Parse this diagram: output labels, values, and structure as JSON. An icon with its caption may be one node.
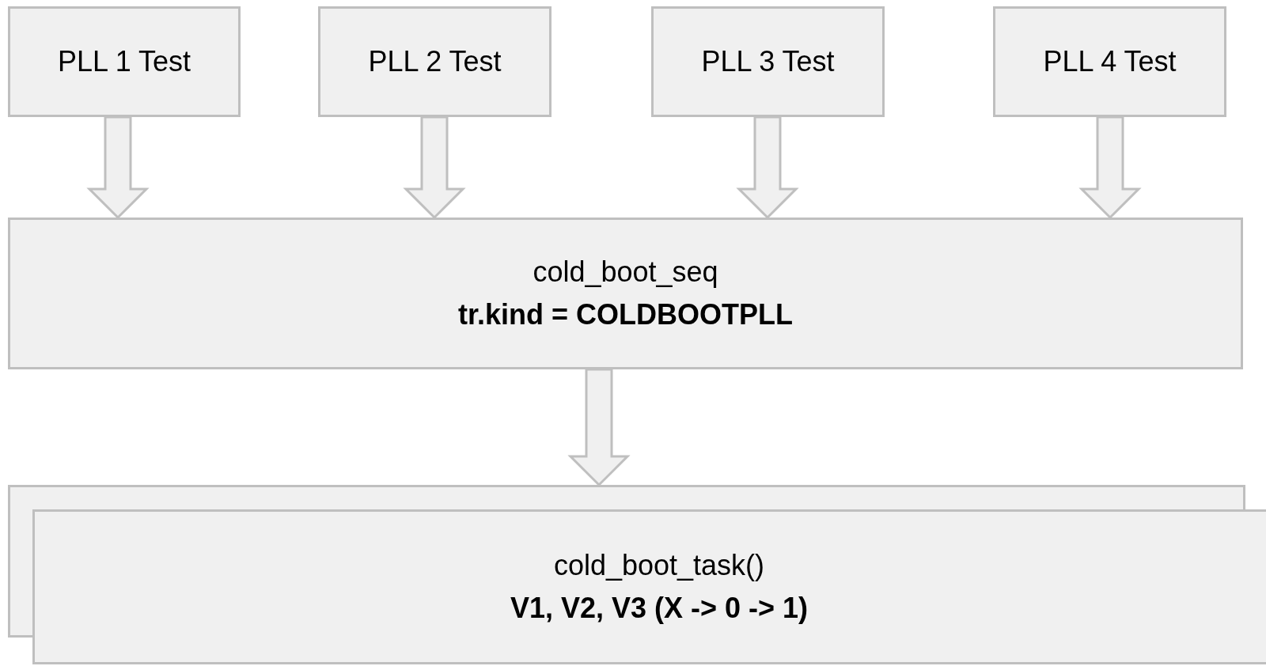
{
  "diagram": {
    "nodes": [
      {
        "text": [
          "PLL 1 Test"
        ]
      },
      {
        "text": [
          "PLL 2 Test"
        ]
      },
      {
        "text": [
          "PLL 3 Test"
        ]
      },
      {
        "text": [
          "PLL 4 Test"
        ]
      },
      {
        "text": [
          "cold_boot_seq",
          "tr.kind = COLDBOOTPLL"
        ]
      },
      {
        "text": [
          "cold_boot_task()",
          "V1, V2, V3 (X -> 0 -> 1)"
        ]
      }
    ],
    "edges": [
      {
        "from": 0,
        "to": 4,
        "arrow": "to"
      },
      {
        "from": 1,
        "to": 4,
        "arrow": "to"
      },
      {
        "from": 2,
        "to": 4,
        "arrow": "to"
      },
      {
        "from": 3,
        "to": 4,
        "arrow": "to"
      },
      {
        "from": 4,
        "to": 5,
        "arrow": "to"
      }
    ]
  }
}
